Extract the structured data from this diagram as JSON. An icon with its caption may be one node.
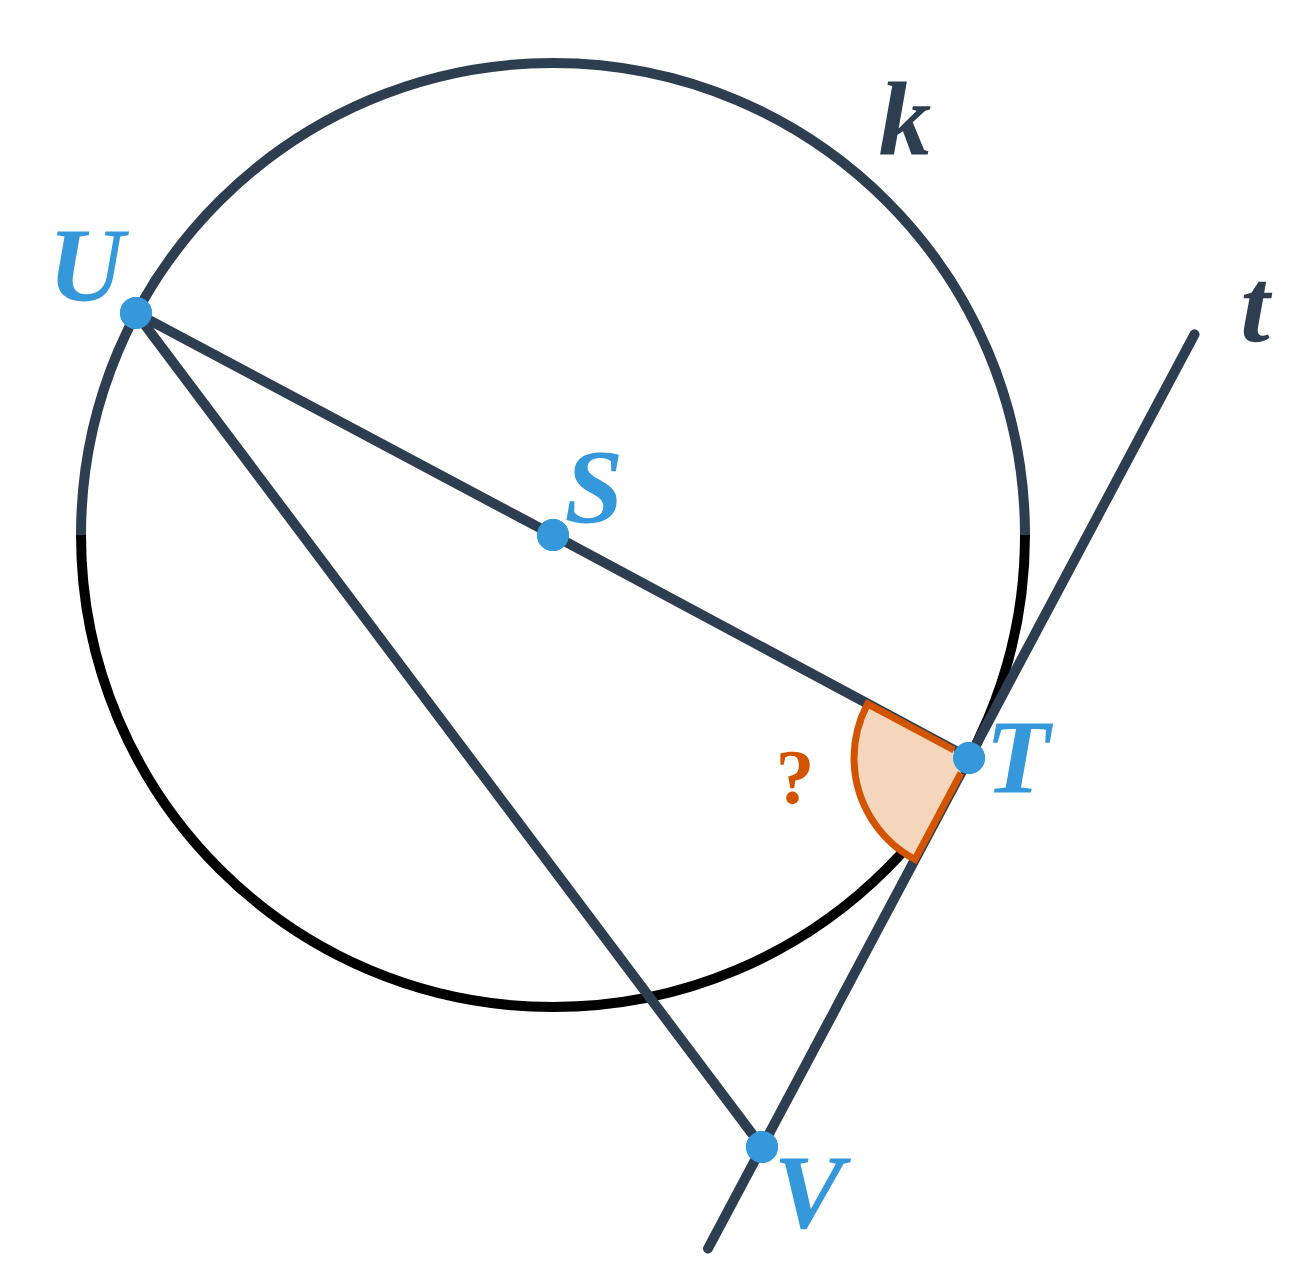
{
  "diagram": {
    "nodes": [
      {
        "text": [
          "U"
        ]
      },
      {
        "text": [
          "S"
        ]
      },
      {
        "text": [
          "T"
        ]
      },
      {
        "text": [
          "V"
        ]
      },
      {
        "text": [],
        "shape": "sector",
        "beside": [
          "?"
        ]
      }
    ],
    "edges": [
      {
        "from": 0,
        "to": 1,
        "arrow": "none"
      },
      {
        "from": 1,
        "to": 2,
        "arrow": "none"
      },
      {
        "from": 0,
        "to": 3,
        "arrow": "none"
      },
      {
        "from": 3,
        "to": 2,
        "arrow": "none"
      }
    ],
    "labels": [
      "k",
      "t"
    ]
  }
}
